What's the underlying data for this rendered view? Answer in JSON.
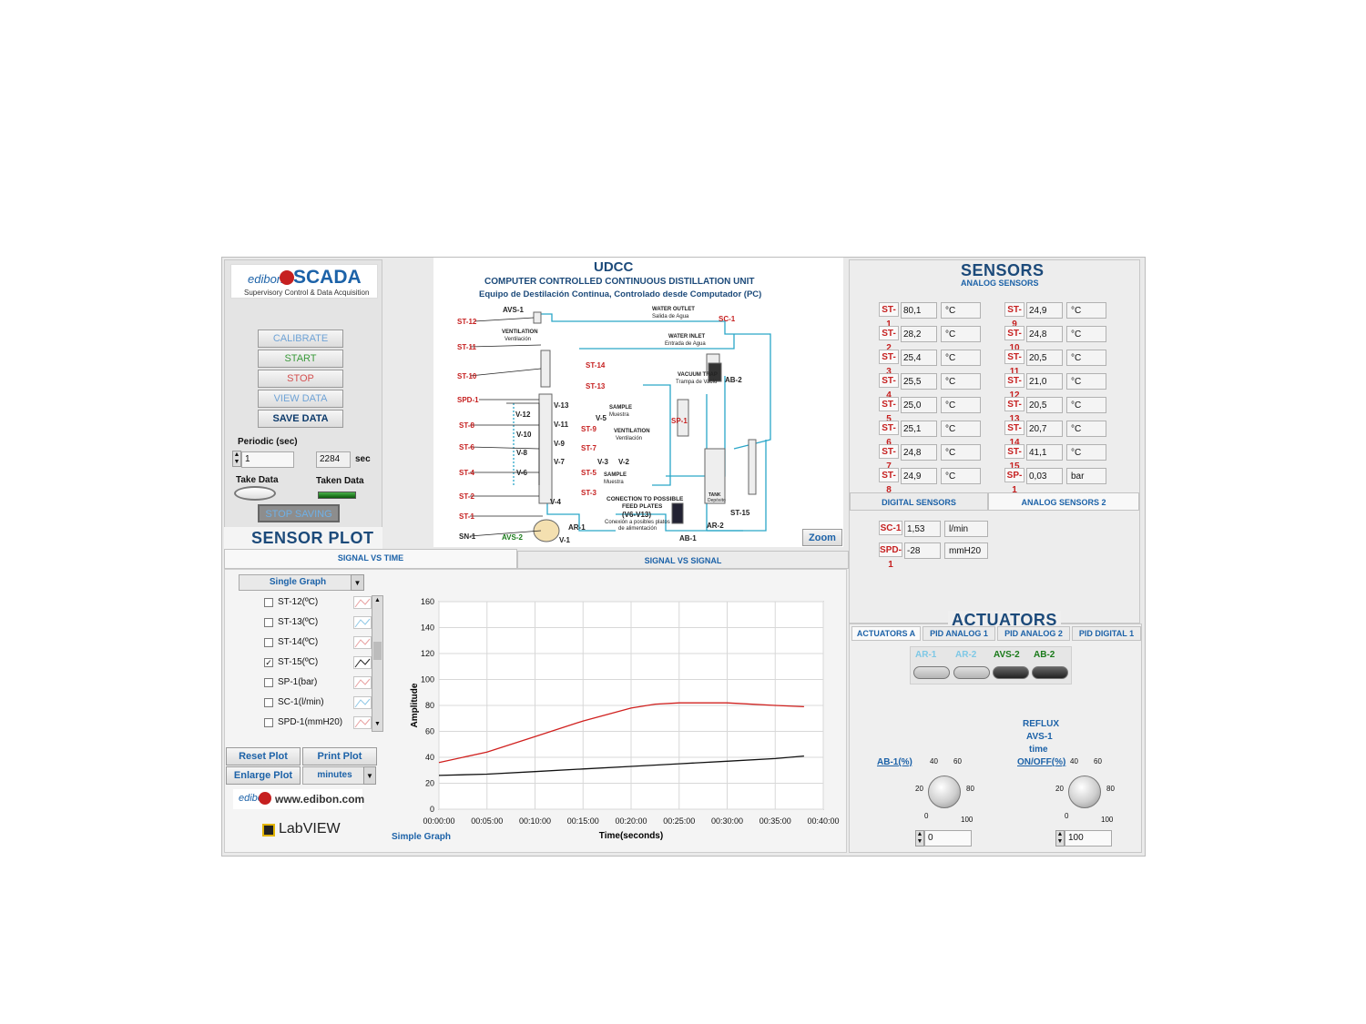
{
  "header": {
    "brand": "edibon",
    "title": "SCADA",
    "subtitle": "Supervisory Control & Data Acquisition"
  },
  "controls": {
    "calibrate": "CALIBRATE",
    "start": "START",
    "stop": "STOP",
    "view_data": "VIEW DATA",
    "save_data": "SAVE DATA",
    "periodic_label": "Periodic (sec)",
    "periodic_value": "1",
    "elapsed_value": "2284",
    "elapsed_unit": "sec",
    "take_data": "Take Data",
    "taken_data": "Taken Data",
    "stop_saving": "STOP SAVING"
  },
  "diagram": {
    "code": "UDCC",
    "title": "COMPUTER CONTROLLED CONTINUOUS DISTILLATION UNIT",
    "subtitle": "Equipo de Destilación Continua, Controlado desde Computador (PC)",
    "zoom": "Zoom",
    "labels": {
      "st12": "ST-12",
      "st11": "ST-11",
      "st10": "ST-10",
      "spd1": "SPD-1",
      "st8": "ST-8",
      "st6": "ST-6",
      "st4": "ST-4",
      "st2": "ST-2",
      "st1": "ST-1",
      "sn1": "SN-1",
      "avs1": "AVS-1",
      "avs2": "AVS-2",
      "ventilation": "VENTILATION",
      "ventilacion": "Ventilación",
      "st14": "ST-14",
      "st13": "ST-13",
      "v12": "V-12",
      "v10": "V-10",
      "v8": "V-8",
      "v6": "V-6",
      "v13": "V-13",
      "v11": "V-11",
      "v9": "V-9",
      "v7": "V-7",
      "v4": "V-4",
      "v1": "V-1",
      "st9": "ST-9",
      "st7": "ST-7",
      "st5": "ST-5",
      "st3": "ST-3",
      "v5": "V-5",
      "v3": "V-3",
      "v2": "V-2",
      "sample1": "SAMPLE",
      "muestra1": "Muestra",
      "ventilation2": "VENTILATION",
      "ventilacion2": "Ventilación",
      "sample2": "SAMPLE",
      "muestra2": "Muestra",
      "water_outlet": "WATER OUTLET",
      "salida": "Salida de Agua",
      "water_inlet": "WATER INLET",
      "entrada": "Entrada de Agua",
      "vacuum_trap": "VACUUM TRAP",
      "trampa": "Trampa de Vacío",
      "sc1": "SC-1",
      "ab2": "AB-2",
      "sp1": "SP-1",
      "conection": "CONECTION TO POSSIBLE",
      "feed_plates": "FEED PLATES",
      "v6v13": "(V6-V13)",
      "conexion": "Conexión a posibles platos",
      "alimentacion": "de alimentación",
      "ar1": "AR-1",
      "ab1": "AB-1",
      "ar2": "AR-2",
      "st15": "ST-15",
      "tank": "TANK",
      "deposito": "Depósito"
    }
  },
  "sensors": {
    "title": "SENSORS",
    "subtitle": "ANALOG SENSORS",
    "left": [
      {
        "id": "ST-1",
        "value": "80,1",
        "unit": "°C"
      },
      {
        "id": "ST-2",
        "value": "28,2",
        "unit": "°C"
      },
      {
        "id": "ST-3",
        "value": "25,4",
        "unit": "°C"
      },
      {
        "id": "ST-4",
        "value": "25,5",
        "unit": "°C"
      },
      {
        "id": "ST-5",
        "value": "25,0",
        "unit": "°C"
      },
      {
        "id": "ST-6",
        "value": "25,1",
        "unit": "°C"
      },
      {
        "id": "ST-7",
        "value": "24,8",
        "unit": "°C"
      },
      {
        "id": "ST-8",
        "value": "24,9",
        "unit": "°C"
      }
    ],
    "right": [
      {
        "id": "ST-9",
        "value": "24,9",
        "unit": "°C"
      },
      {
        "id": "ST-10",
        "value": "24,8",
        "unit": "°C"
      },
      {
        "id": "ST-11",
        "value": "20,5",
        "unit": "°C"
      },
      {
        "id": "ST-12",
        "value": "21,0",
        "unit": "°C"
      },
      {
        "id": "ST-13",
        "value": "20,5",
        "unit": "°C"
      },
      {
        "id": "ST-14",
        "value": "20,7",
        "unit": "°C"
      },
      {
        "id": "ST-15",
        "value": "41,1",
        "unit": "°C"
      },
      {
        "id": "SP-1",
        "value": "0,03",
        "unit": "bar"
      }
    ],
    "tabs": {
      "digital": "DIGITAL SENSORS",
      "analog2": "ANALOG SENSORS 2"
    },
    "digital": [
      {
        "id": "SC-1",
        "value": "1,53",
        "unit": "l/min"
      },
      {
        "id": "SPD-1",
        "value": "-28",
        "unit": "mmH20"
      }
    ]
  },
  "actuators": {
    "title": "ACTUATORS",
    "tabs": {
      "a": "ACTUATORS A",
      "pid1": "PID ANALOG 1",
      "pid2": "PID ANALOG 2",
      "pidd": "PID DIGITAL 1"
    },
    "buttons": [
      "AR-1",
      "AR-2",
      "AVS-2",
      "AB-2"
    ],
    "knob1": {
      "label": "AB-1(%)",
      "t40": "40",
      "t60": "60",
      "t20": "20",
      "t80": "80",
      "t0": "0",
      "t100": "100",
      "value": "0"
    },
    "knob2": {
      "label1": "REFLUX",
      "label2": "AVS-1",
      "label3": "time",
      "label4": "ON/OFF(%)",
      "t40": "40",
      "t60": "60",
      "t20": "20",
      "t80": "80",
      "t0": "0",
      "t100": "100",
      "value": "100"
    }
  },
  "plot": {
    "title": "SENSOR PLOT",
    "tab_time": "SIGNAL VS TIME",
    "tab_signal": "SIGNAL VS SIGNAL",
    "mode": "Single Graph",
    "channels": [
      {
        "label": "ST-12(ºC)",
        "checked": ""
      },
      {
        "label": "ST-13(ºC)",
        "checked": ""
      },
      {
        "label": "ST-14(ºC)",
        "checked": ""
      },
      {
        "label": "ST-15(ºC)",
        "checked": "✓"
      },
      {
        "label": "SP-1(bar)",
        "checked": ""
      },
      {
        "label": "SC-1(l/min)",
        "checked": ""
      },
      {
        "label": "SPD-1(mmH20)",
        "checked": ""
      }
    ],
    "reset": "Reset Plot",
    "print": "Print Plot",
    "enlarge": "Enlarge Plot",
    "units": "minutes",
    "website": "www.edibon.com",
    "labview": "LabVIEW",
    "simple_graph": "Simple Graph"
  },
  "chart_data": {
    "type": "line",
    "xlabel": "Time(seconds)",
    "ylabel": "Amplitude",
    "ylim": [
      0,
      160
    ],
    "yticks": [
      0,
      20,
      40,
      60,
      80,
      100,
      120,
      140,
      160
    ],
    "xlim": [
      0,
      2400
    ],
    "xticks": [
      "00:00:00",
      "00:05:00",
      "00:10:00",
      "00:15:00",
      "00:20:00",
      "00:25:00",
      "00:30:00",
      "00:35:00",
      "00:40:00"
    ],
    "grid": true,
    "series": [
      {
        "color": "#d0201e",
        "x": [
          0,
          300,
          600,
          900,
          1200,
          1350,
          1500,
          1800,
          2100,
          2280
        ],
        "y": [
          36,
          44,
          56,
          68,
          78,
          81,
          82,
          82,
          80,
          79
        ]
      },
      {
        "color": "#111111",
        "x": [
          0,
          300,
          600,
          900,
          1200,
          1500,
          1800,
          2100,
          2280
        ],
        "y": [
          26,
          27,
          29,
          31,
          33,
          35,
          37,
          39,
          41
        ]
      }
    ]
  },
  "colors": {
    "accent": "#1c62a8",
    "alert": "#c62020",
    "led_green": "#3cb043"
  }
}
